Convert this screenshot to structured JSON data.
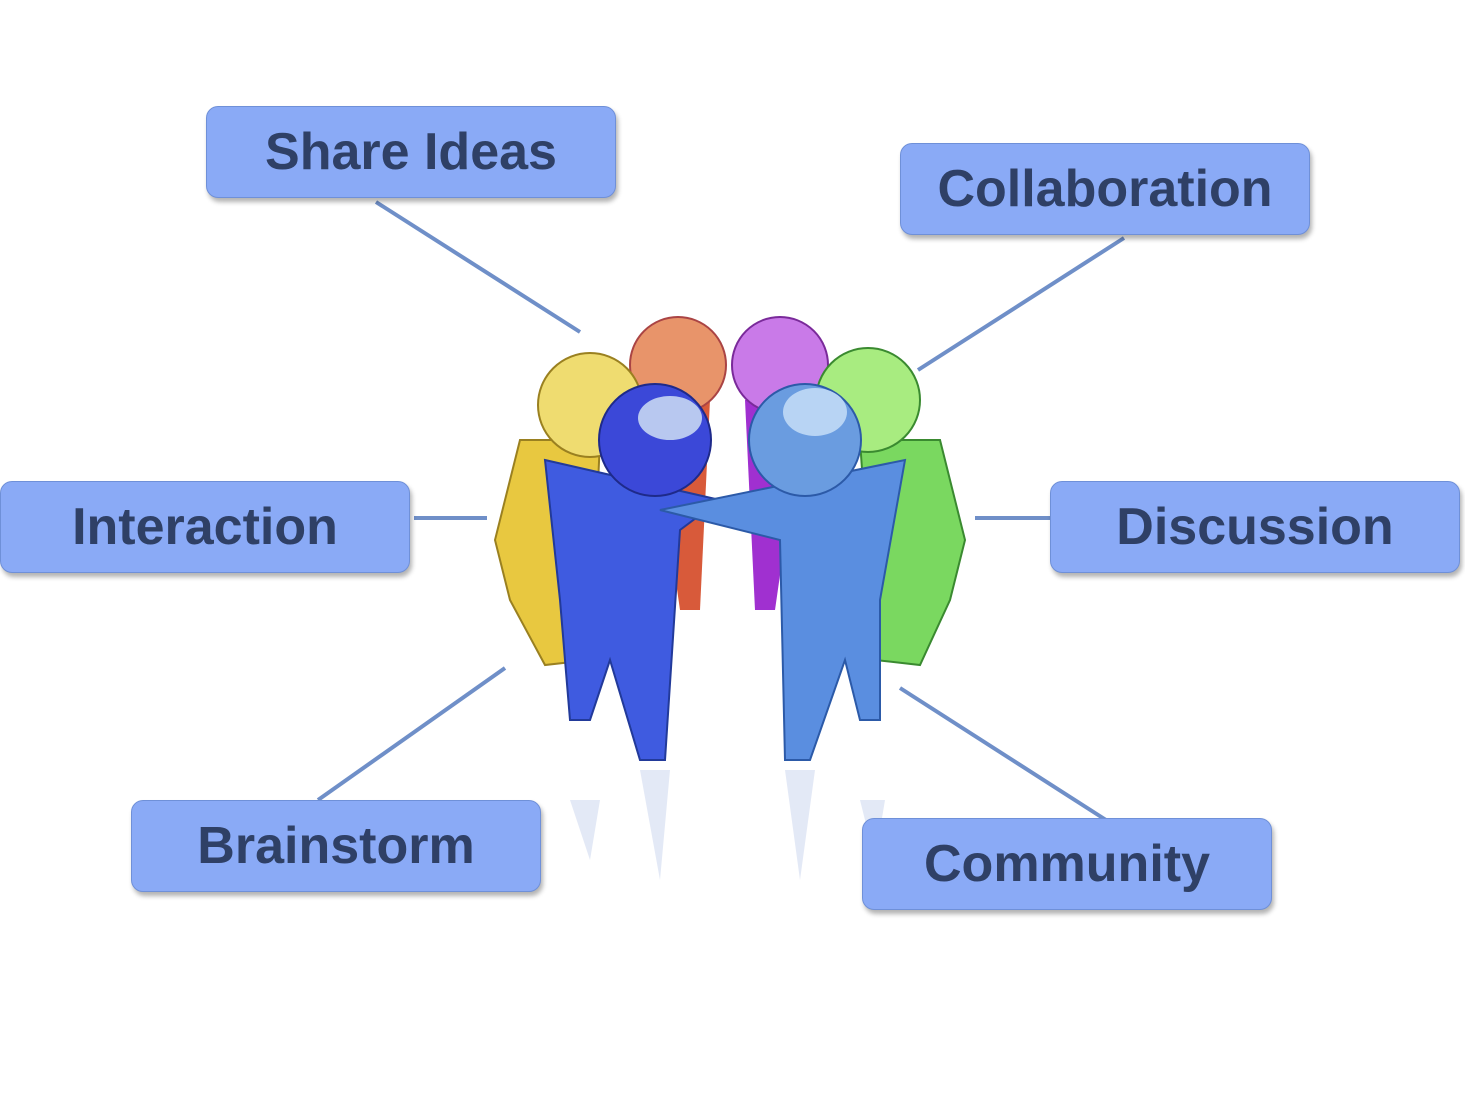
{
  "nodes": {
    "share_ideas": "Share Ideas",
    "collaboration": "Collaboration",
    "interaction": "Interaction",
    "discussion": "Discussion",
    "brainstorm": "Brainstorm",
    "community": "Community"
  },
  "colors": {
    "box_fill": "#8aaaf6",
    "box_text": "#2f4066",
    "connector": "#6f8fc8"
  }
}
